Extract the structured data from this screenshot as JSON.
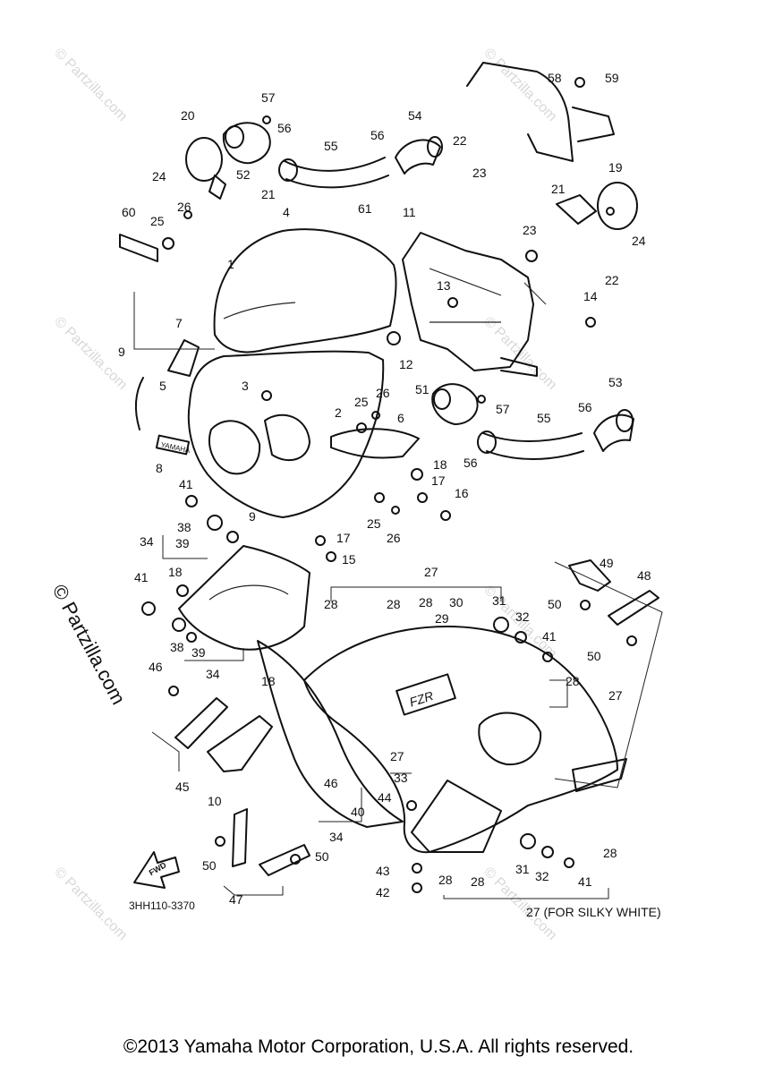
{
  "diagram": {
    "drawing_code": "3HH110-3370",
    "silky_white_note": "27 (FOR SILKY WHITE)",
    "fwd_label": "FWD",
    "brand_tag": "YAMAHA",
    "model_tag": "FZR",
    "watermark": "© Partzilla.com",
    "callouts": {
      "c1": "1",
      "c2": "2",
      "c3": "3",
      "c4": "4",
      "c5": "5",
      "c6": "6",
      "c7": "7",
      "c8": "8",
      "c9a": "9",
      "c9b": "9",
      "c10": "10",
      "c11": "11",
      "c12": "12",
      "c13": "13",
      "c14": "14",
      "c15": "15",
      "c16": "16",
      "c17a": "17",
      "c17b": "17",
      "c18a": "18",
      "c18b": "18",
      "c18c": "18",
      "c19": "19",
      "c20": "20",
      "c21a": "21",
      "c21b": "21",
      "c22a": "22",
      "c22b": "22",
      "c23a": "23",
      "c23b": "23",
      "c24a": "24",
      "c24b": "24",
      "c25a": "25",
      "c25b": "25",
      "c25c": "25",
      "c26a": "26",
      "c26b": "26",
      "c26c": "26",
      "c27a": "27",
      "c27b": "27",
      "c27c": "27",
      "c28a": "28",
      "c28b": "28",
      "c28c": "28",
      "c28d": "28",
      "c28e": "28",
      "c28f": "28",
      "c28g": "28",
      "c29": "29",
      "c30": "30",
      "c31a": "31",
      "c31b": "31",
      "c32a": "32",
      "c32b": "32",
      "c33": "33",
      "c34a": "34",
      "c34b": "34",
      "c34c": "34",
      "c38a": "38",
      "c38b": "38",
      "c39a": "39",
      "c39b": "39",
      "c40": "40",
      "c41a": "41",
      "c41b": "41",
      "c41c": "41",
      "c41d": "41",
      "c42": "42",
      "c43": "43",
      "c44": "44",
      "c45": "45",
      "c46a": "46",
      "c46b": "46",
      "c47": "47",
      "c48": "48",
      "c49": "49",
      "c50a": "50",
      "c50b": "50",
      "c50c": "50",
      "c50d": "50",
      "c51": "51",
      "c52": "52",
      "c53": "53",
      "c54": "54",
      "c55a": "55",
      "c55b": "55",
      "c56a": "56",
      "c56b": "56",
      "c56c": "56",
      "c56d": "56",
      "c57a": "57",
      "c57b": "57",
      "c58": "58",
      "c59": "59",
      "c60": "60",
      "c61": "61"
    }
  },
  "footer": {
    "copyright": "©2013 Yamaha Motor Corporation, U.S.A. All rights reserved."
  }
}
